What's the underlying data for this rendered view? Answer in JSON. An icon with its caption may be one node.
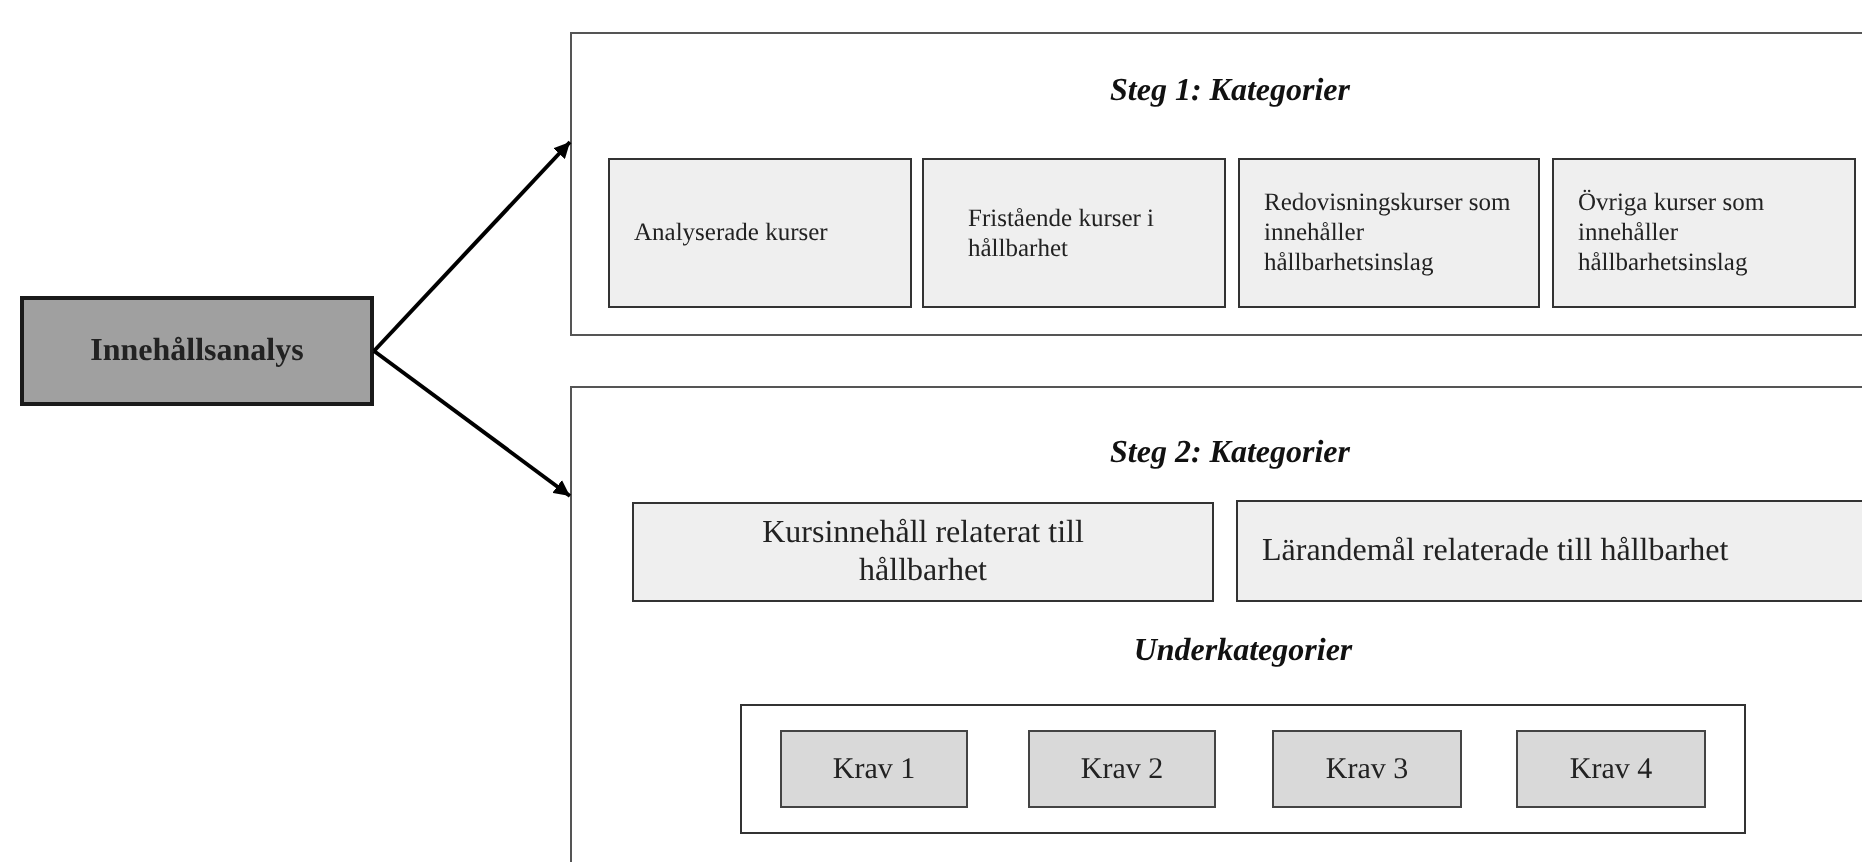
{
  "diagram": {
    "nodes": [
      {
        "text": [
          "Innehållsanalys"
        ]
      },
      {
        "text": [
          "Steg 1: Kategorier"
        ]
      },
      {
        "text": [
          "Analyserade kurser"
        ],
        "in": 1
      },
      {
        "text": [
          "Fristående kurser i hållbarhet"
        ],
        "in": 1
      },
      {
        "text": [
          "Redovisningskurser som innehåller hållbarhetsinslag"
        ],
        "in": 1
      },
      {
        "text": [
          "Övriga kurser som innehåller hållbarhetsinslag"
        ],
        "in": 1
      },
      {
        "text": [
          "Steg 2: Kategorier"
        ]
      },
      {
        "text": [
          "Kursinnehåll relaterat till hållbarhet"
        ],
        "in": 6
      },
      {
        "text": [
          "Lärandemål relaterade till hållbarhet"
        ],
        "in": 6
      },
      {
        "text": [
          "Underkategorier"
        ],
        "in": 6
      },
      {
        "text": [
          "Krav 1"
        ],
        "in": 9
      },
      {
        "text": [
          "Krav 2"
        ],
        "in": 9
      },
      {
        "text": [
          "Krav 3"
        ],
        "in": 9
      },
      {
        "text": [
          "Krav 4"
        ],
        "in": 9
      }
    ],
    "edges": [
      {
        "from": 0,
        "to": 1,
        "arrow": "to"
      },
      {
        "from": 0,
        "to": 6,
        "arrow": "to"
      }
    ]
  }
}
